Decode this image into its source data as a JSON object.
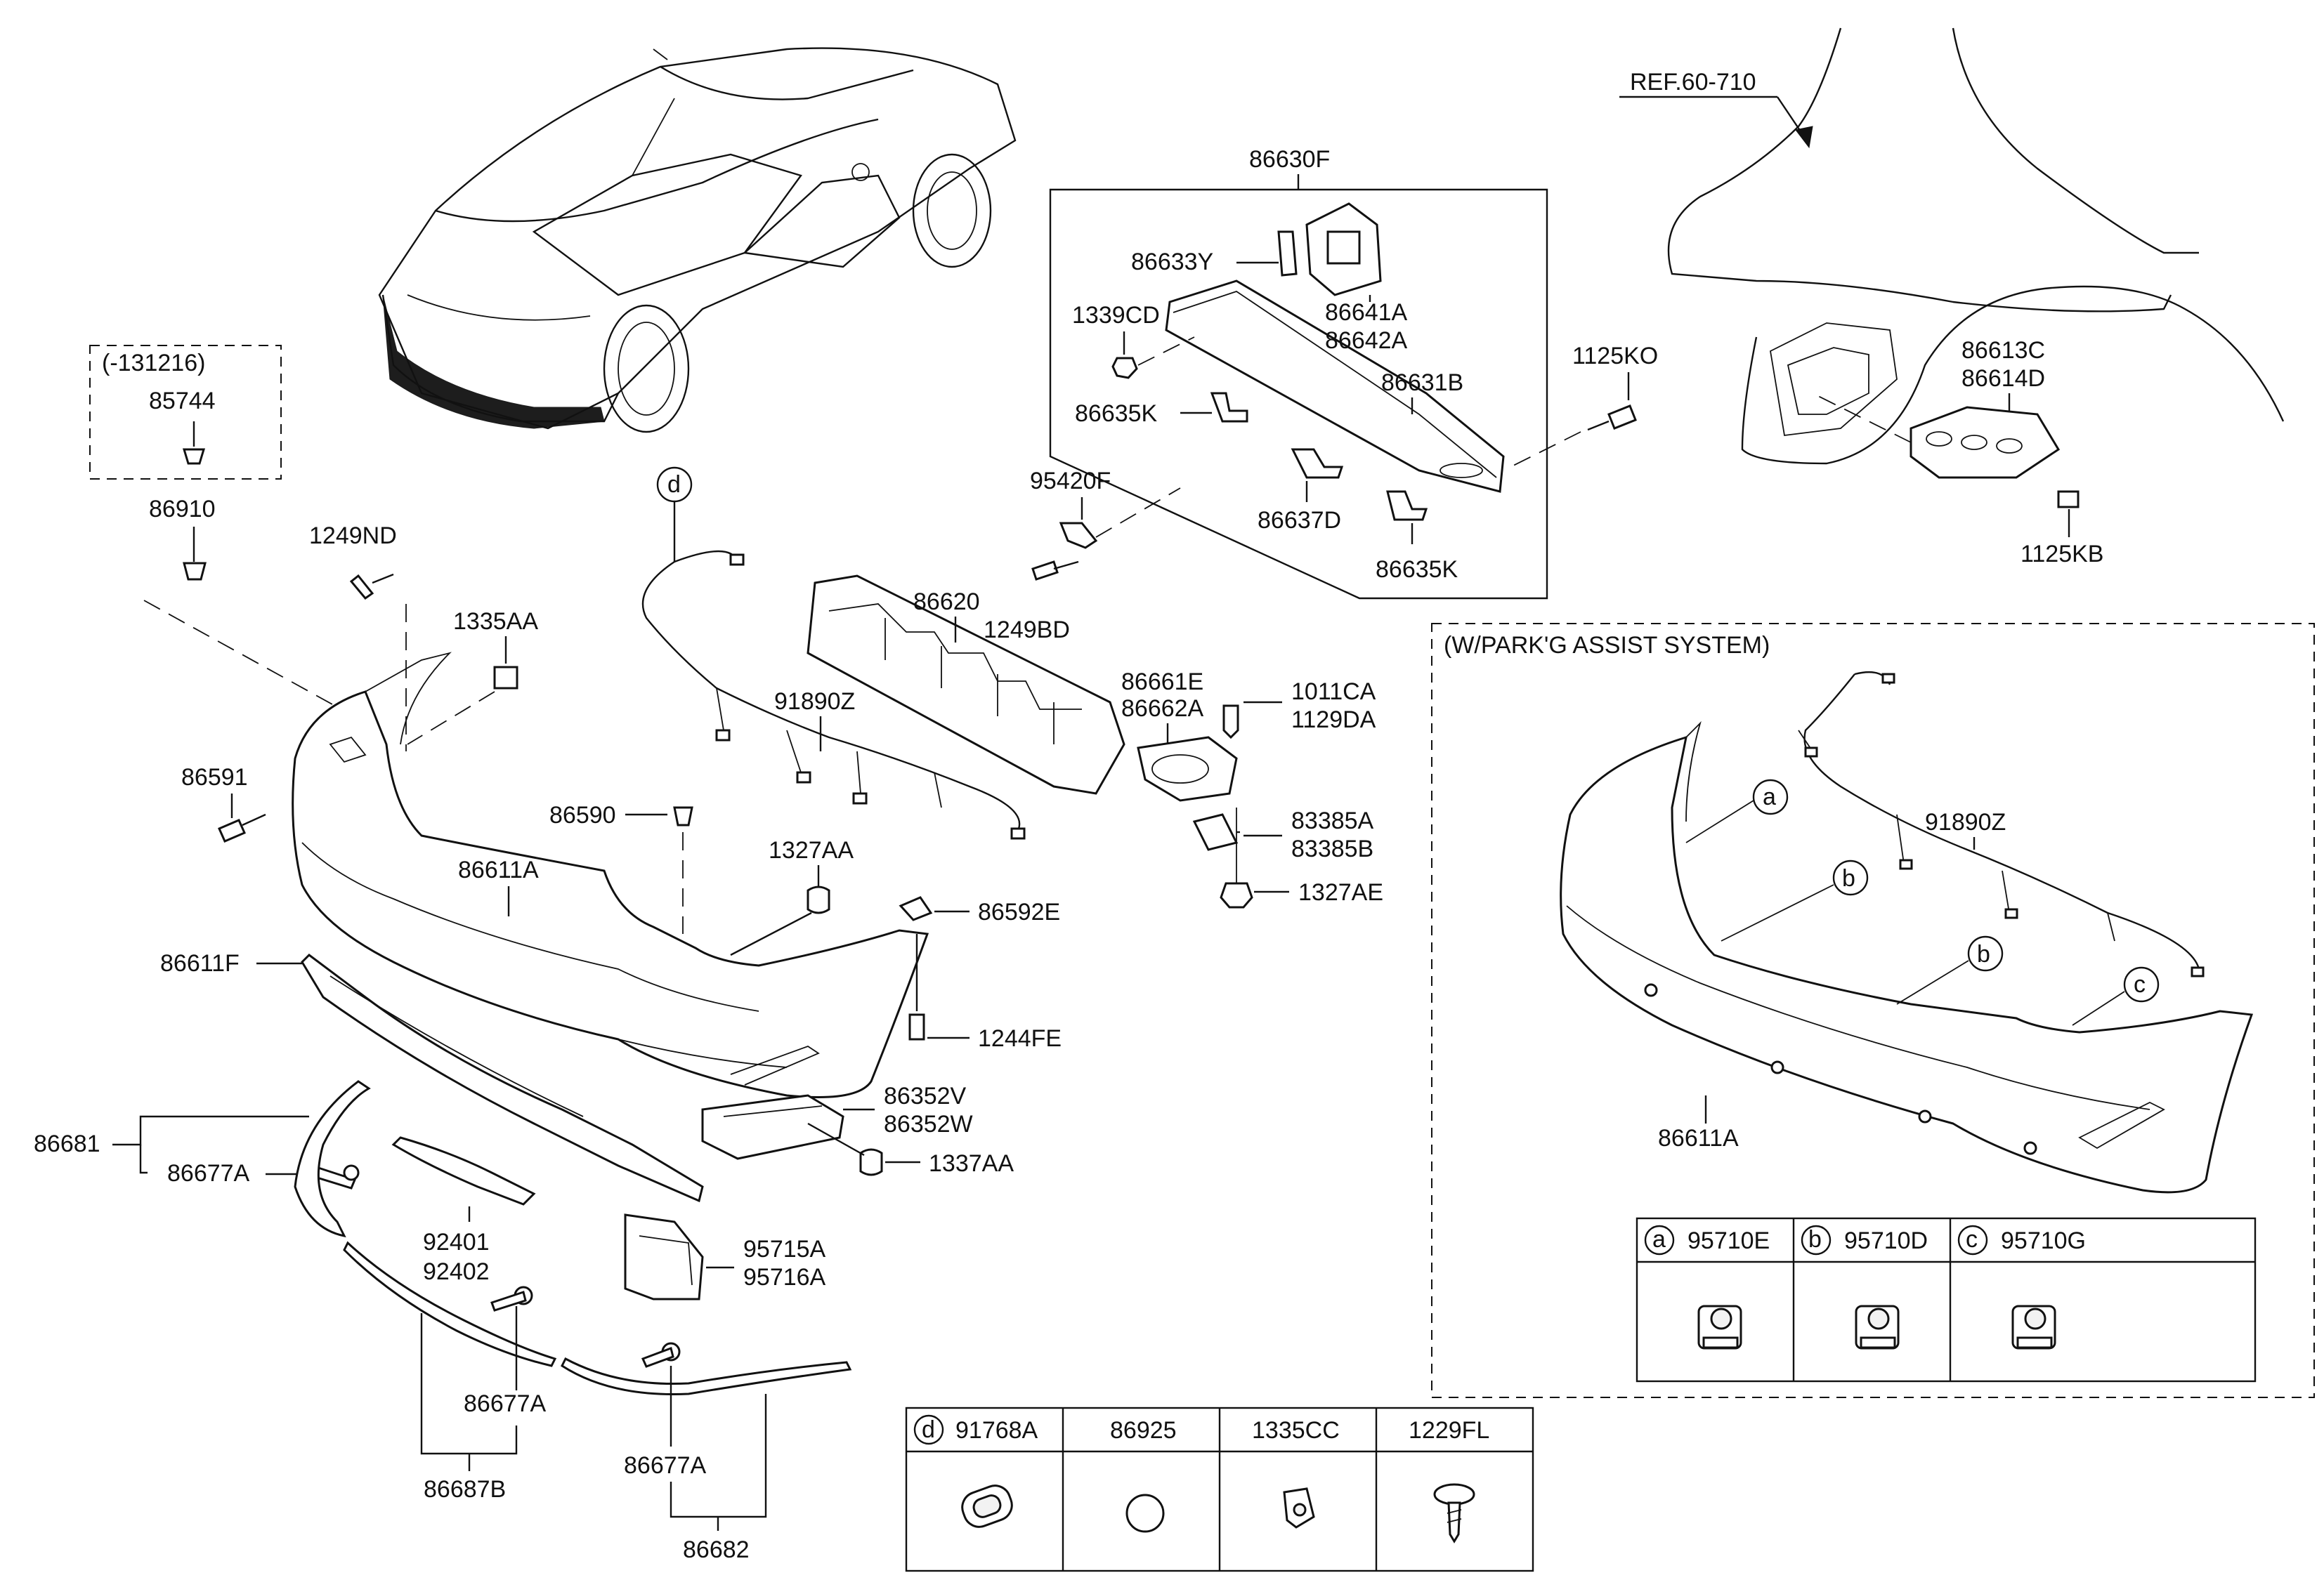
{
  "ref": "REF.60-710",
  "date_code": "(-131216)",
  "variant": "(W/PARK'G ASSIST SYSTEM)",
  "labels": {
    "p85744": "85744",
    "p86910": "86910",
    "p1249ND": "1249ND",
    "p1335AA": "1335AA",
    "p86591": "86591",
    "d_main": "d",
    "p91890Z_main": "91890Z",
    "p86590": "86590",
    "p86611A_main": "86611A",
    "p1327AA": "1327AA",
    "p86592E": "86592E",
    "p86611F": "86611F",
    "p1244FE": "1244FE",
    "p86681": "86681",
    "p86677A_1": "86677A",
    "p92401": "92401",
    "p92402": "92402",
    "p86352V": "86352V",
    "p86352W": "86352W",
    "p1337AA": "1337AA",
    "p95715A": "95715A",
    "p95716A": "95716A",
    "p86677A_2": "86677A",
    "p86687B": "86687B",
    "p86677A_3": "86677A",
    "p86682": "86682",
    "p86630F": "86630F",
    "p86633Y": "86633Y",
    "p86641A": "86641A",
    "p86642A": "86642A",
    "p1339CD": "1339CD",
    "p86635K_1": "86635K",
    "p86631B": "86631B",
    "p86637D": "86637D",
    "p86635K_2": "86635K",
    "p95420F": "95420F",
    "p1249BD": "1249BD",
    "p86620": "86620",
    "p86661E": "86661E",
    "p86662A": "86662A",
    "p1011CA": "1011CA",
    "p1129DA": "1129DA",
    "p83385A": "83385A",
    "p83385B": "83385B",
    "p1327AE": "1327AE",
    "p1125KO": "1125KO",
    "p86613C": "86613C",
    "p86614D": "86614D",
    "p1125KB": "1125KB",
    "p91890Z_right": "91890Z",
    "p86611A_right": "86611A",
    "a_right": "a",
    "b_right1": "b",
    "b_right2": "b",
    "c_right": "c"
  },
  "sensor_table": [
    {
      "letter": "a",
      "part": "95710E"
    },
    {
      "letter": "b",
      "part": "95710D"
    },
    {
      "letter": "c",
      "part": "95710G"
    }
  ],
  "hardware_table": [
    {
      "letter": "d",
      "part": "91768A"
    },
    {
      "letter": "",
      "part": "86925"
    },
    {
      "letter": "",
      "part": "1335CC"
    },
    {
      "letter": "",
      "part": "1229FL"
    }
  ]
}
